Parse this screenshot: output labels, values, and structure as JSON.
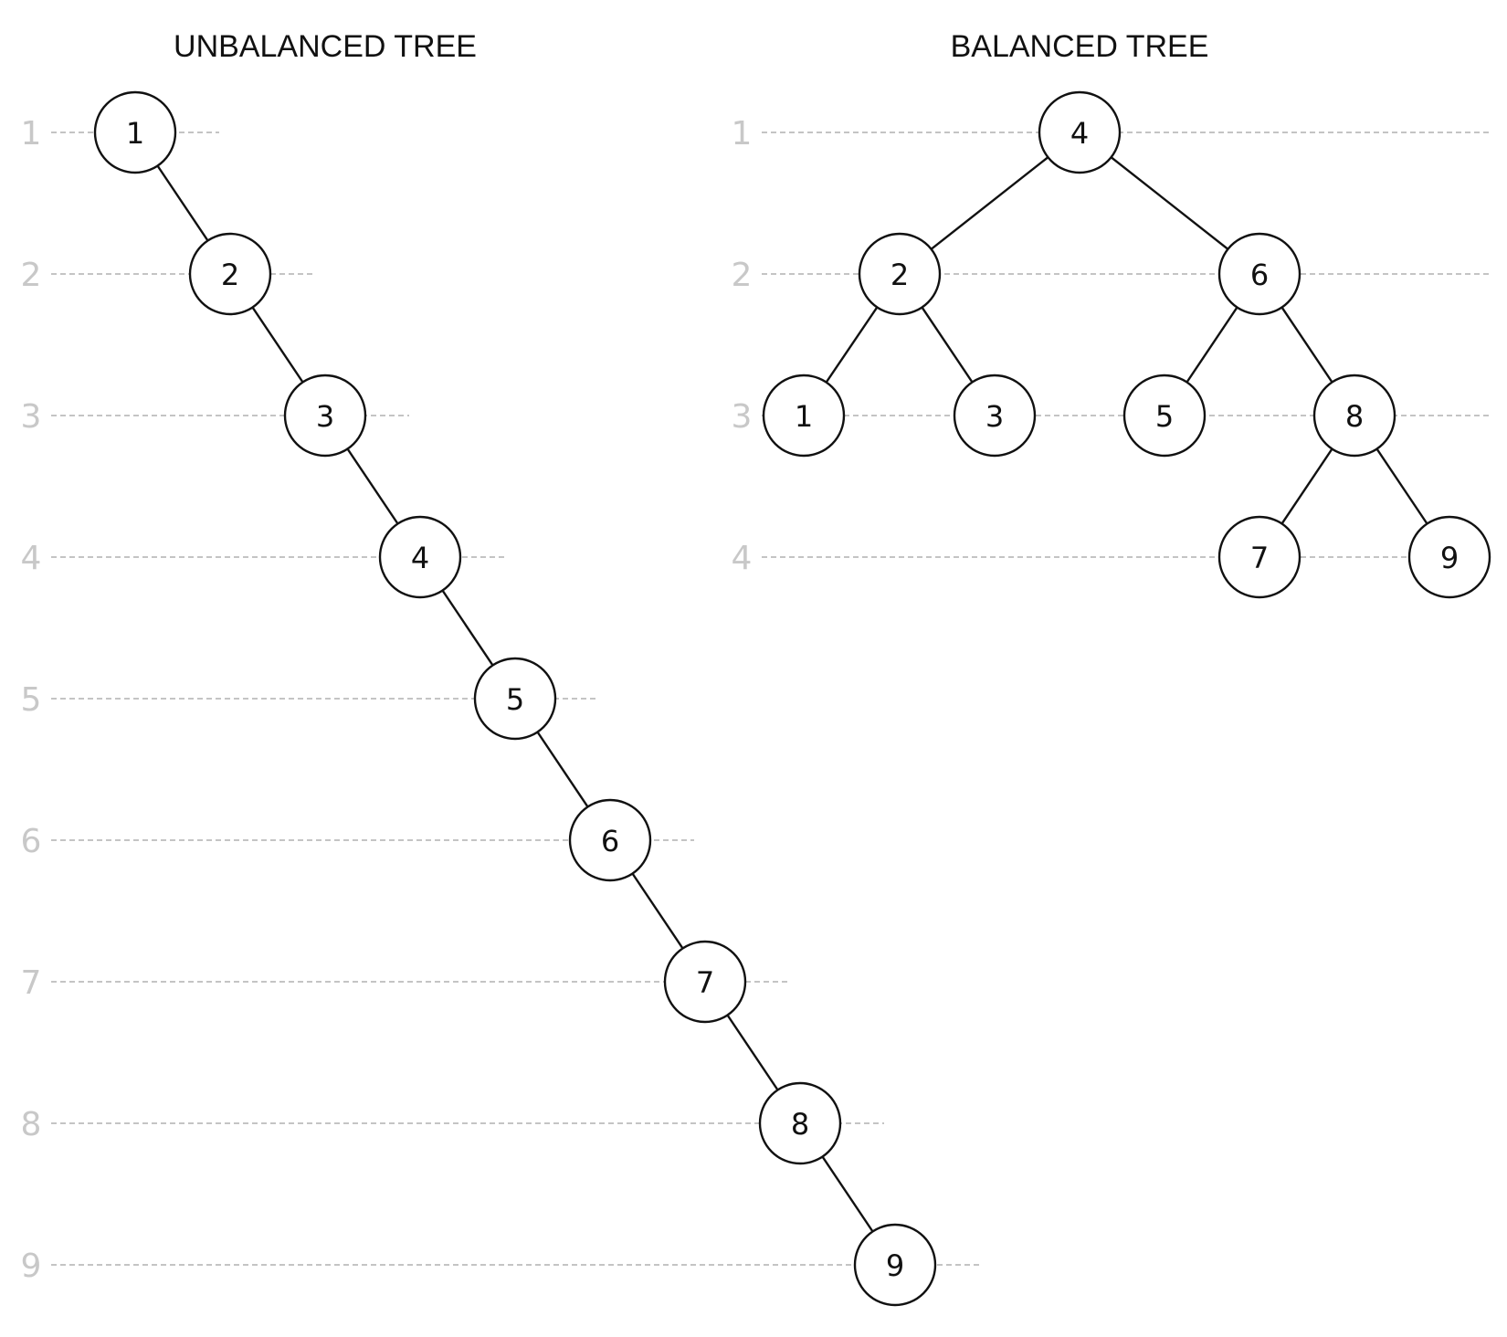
{
  "unbalanced": {
    "title": "UNBALANCED TREE",
    "level_labels": [
      "1",
      "2",
      "3",
      "4",
      "5",
      "6",
      "7",
      "8",
      "9"
    ],
    "nodes": [
      {
        "id": "u1",
        "label": "1",
        "depth": 1
      },
      {
        "id": "u2",
        "label": "2",
        "depth": 2
      },
      {
        "id": "u3",
        "label": "3",
        "depth": 3
      },
      {
        "id": "u4",
        "label": "4",
        "depth": 4
      },
      {
        "id": "u5",
        "label": "5",
        "depth": 5
      },
      {
        "id": "u6",
        "label": "6",
        "depth": 6
      },
      {
        "id": "u7",
        "label": "7",
        "depth": 7
      },
      {
        "id": "u8",
        "label": "8",
        "depth": 8
      },
      {
        "id": "u9",
        "label": "9",
        "depth": 9
      }
    ],
    "edges": [
      [
        "u1",
        "u2"
      ],
      [
        "u2",
        "u3"
      ],
      [
        "u3",
        "u4"
      ],
      [
        "u4",
        "u5"
      ],
      [
        "u5",
        "u6"
      ],
      [
        "u6",
        "u7"
      ],
      [
        "u7",
        "u8"
      ],
      [
        "u8",
        "u9"
      ]
    ]
  },
  "balanced": {
    "title": "BALANCED TREE",
    "level_labels": [
      "1",
      "2",
      "3",
      "4"
    ],
    "nodes": [
      {
        "id": "b4",
        "label": "4",
        "depth": 1
      },
      {
        "id": "b2",
        "label": "2",
        "depth": 2
      },
      {
        "id": "b6",
        "label": "6",
        "depth": 2
      },
      {
        "id": "b1",
        "label": "1",
        "depth": 3
      },
      {
        "id": "b3",
        "label": "3",
        "depth": 3
      },
      {
        "id": "b5",
        "label": "5",
        "depth": 3
      },
      {
        "id": "b8",
        "label": "8",
        "depth": 3
      },
      {
        "id": "b7",
        "label": "7",
        "depth": 4
      },
      {
        "id": "b9",
        "label": "9",
        "depth": 4
      }
    ],
    "edges": [
      [
        "b4",
        "b2"
      ],
      [
        "b4",
        "b6"
      ],
      [
        "b2",
        "b1"
      ],
      [
        "b2",
        "b3"
      ],
      [
        "b6",
        "b5"
      ],
      [
        "b6",
        "b8"
      ],
      [
        "b8",
        "b7"
      ],
      [
        "b8",
        "b9"
      ]
    ]
  }
}
